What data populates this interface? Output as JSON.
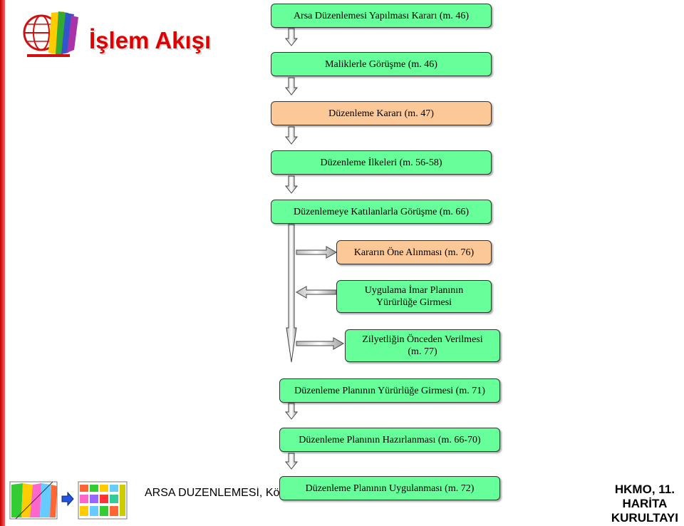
{
  "header": {
    "title": "İşlem Akışı",
    "logo_icon": "globe-logo-icon"
  },
  "flow": {
    "steps": [
      {
        "text": "Arsa Düzenlemesi Yapılması Kararı (m. 46)",
        "color": "#66ff99"
      },
      {
        "text": "Maliklerle Görüşme (m. 46)",
        "color": "#66ff99"
      },
      {
        "text": "Düzenleme Kararı (m. 47)",
        "color": "#fcc898"
      },
      {
        "text": "Düzenleme İlkeleri (m. 56-58)",
        "color": "#66ff99"
      },
      {
        "text": "Düzenlemeye Katılanlarla Görüşme (m. 66)",
        "color": "#66ff99"
      },
      {
        "text": "Kararın Öne Alınması (m. 76)",
        "color": "#fcc898"
      },
      {
        "text": "Uygulama İmar Planının Yürürlüğe Girmesi",
        "color": "#66ff99"
      },
      {
        "text": "Zilyetliğin Önceden Verilmesi (m. 77)",
        "color": "#66ff99"
      },
      {
        "text": "Düzenleme Planının Yürürlüğe Girmesi (m. 71)",
        "color": "#66ff99"
      },
      {
        "text": "Düzenleme Planının Hazırlanması (m. 66-70)",
        "color": "#66ff99"
      },
      {
        "text": "Düzenleme Planının Uygulanması (m. 72)",
        "color": "#66ff99"
      }
    ]
  },
  "footer": {
    "text": "ARSA DUZENLEMESİ, Köktürk",
    "org_line1": "HKMO, 11.",
    "org_line2": "HARİTA",
    "org_line3": "KURULTAYI",
    "map_icons": [
      "parcel-map-before-icon",
      "parcel-map-after-icon"
    ],
    "arrow_icon": "blue-arrow-right-icon"
  }
}
